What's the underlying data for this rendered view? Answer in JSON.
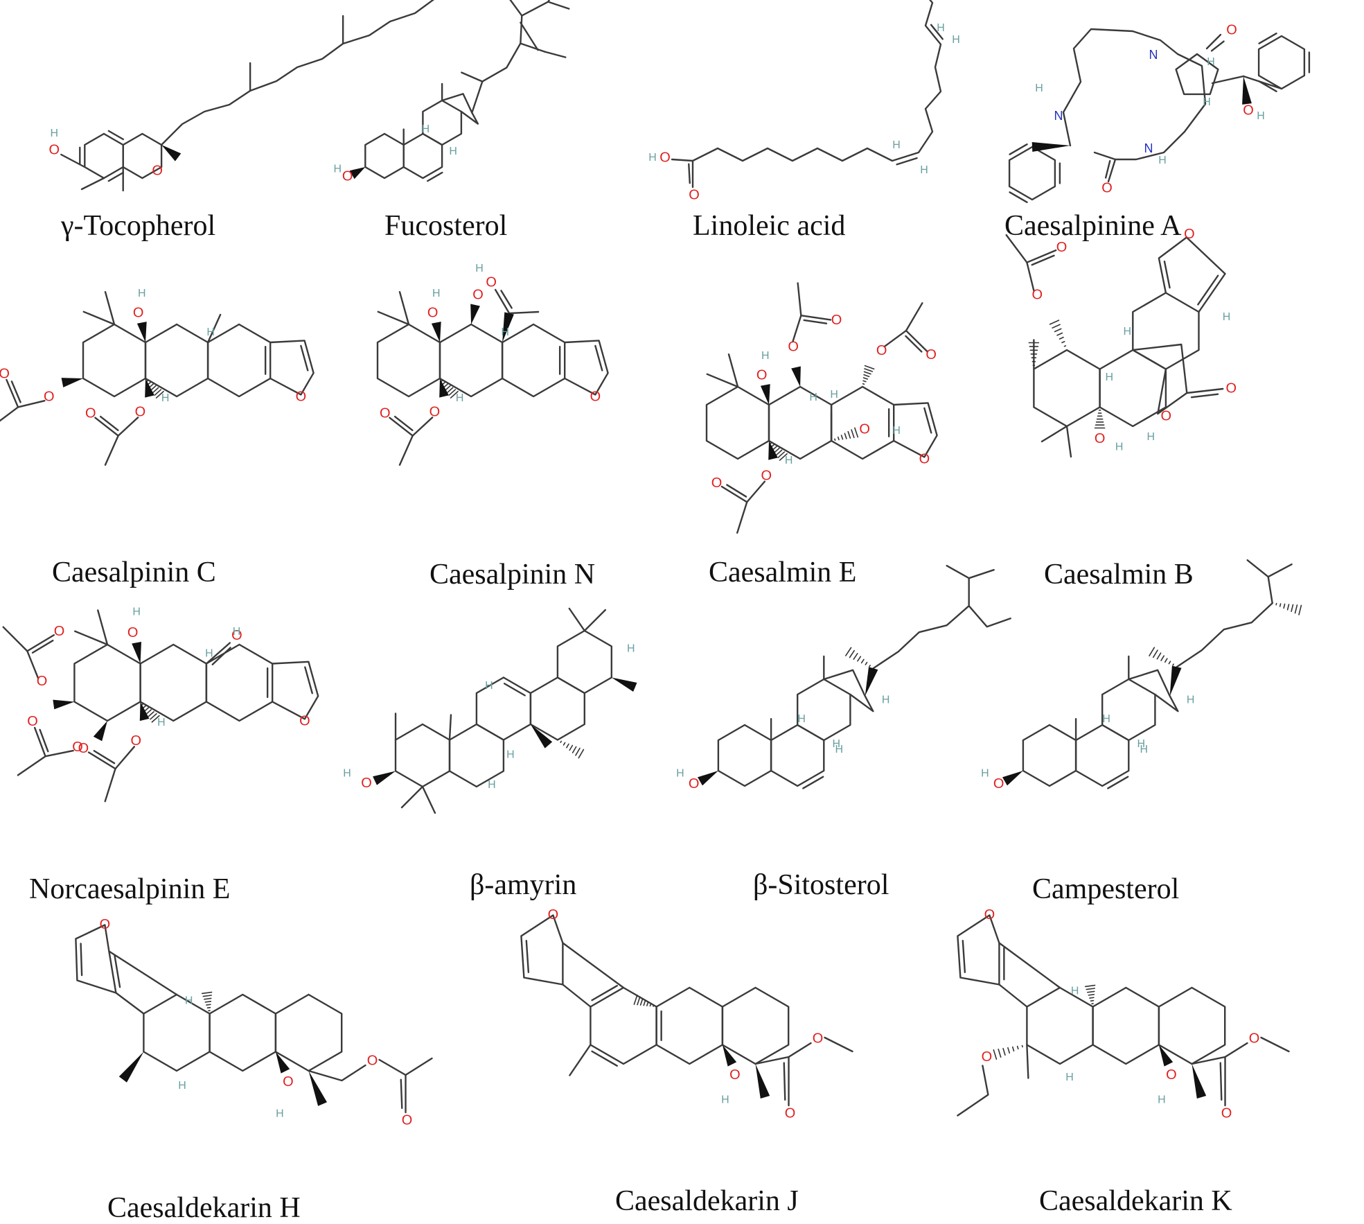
{
  "figure": {
    "compounds": [
      {
        "name": "γ-Tocopherol"
      },
      {
        "name": "Fucosterol"
      },
      {
        "name": "Linoleic acid"
      },
      {
        "name": "Caesalpinine A"
      },
      {
        "name": "Caesalpinin C"
      },
      {
        "name": "Caesalpinin N"
      },
      {
        "name": "Caesalmin E"
      },
      {
        "name": "Caesalmin B"
      },
      {
        "name": "Norcaesalpinin E"
      },
      {
        "name": "β-amyrin"
      },
      {
        "name": "β-Sitosterol"
      },
      {
        "name": "Campesterol"
      },
      {
        "name": "Caesaldekarin H"
      },
      {
        "name": "Caesaldekarin J"
      },
      {
        "name": "Caesaldekarin K"
      }
    ]
  },
  "atoms": {
    "oxygen": "O",
    "hydrogen": "H",
    "nitrogen": "N"
  },
  "colors": {
    "bond": "#3a3a3a",
    "oxygen": "#e02020",
    "nitrogen": "#2030c0",
    "hydrogen": "#6aa0a0",
    "caption": "#111111"
  }
}
